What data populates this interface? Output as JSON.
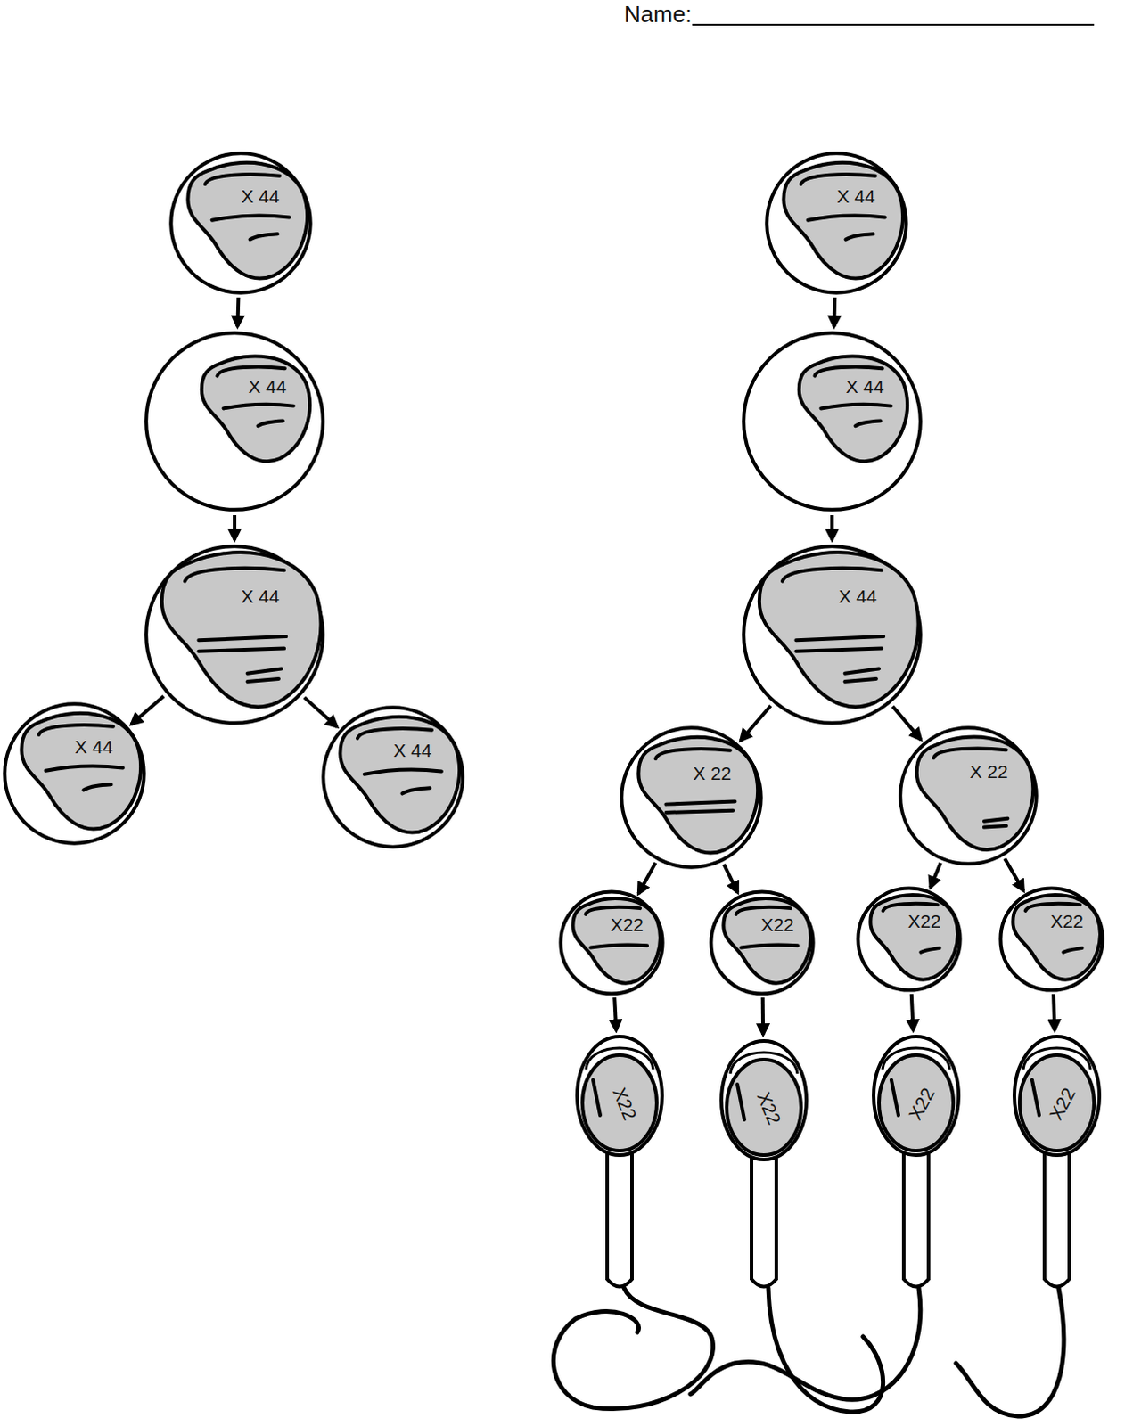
{
  "diagram": {
    "nodes": [
      {
        "text": [
          "X 44"
        ]
      },
      {
        "text": [
          "X 44"
        ]
      },
      {
        "text": [
          "X 44"
        ]
      },
      {
        "text": [
          "X 44"
        ]
      },
      {
        "text": [
          "X 44"
        ]
      },
      {
        "text": [
          "X 44"
        ]
      },
      {
        "text": [
          "X 44"
        ]
      },
      {
        "text": [
          "X 44"
        ]
      },
      {
        "text": [
          "X 22"
        ]
      },
      {
        "text": [
          "X 22"
        ]
      },
      {
        "text": [
          "X22"
        ]
      },
      {
        "text": [
          "X22"
        ]
      },
      {
        "text": [
          "X22"
        ]
      },
      {
        "text": [
          "X22"
        ]
      },
      {
        "text": [
          "X22"
        ]
      },
      {
        "text": [
          "X22"
        ]
      },
      {
        "text": [
          "X22"
        ]
      },
      {
        "text": [
          "X22"
        ]
      }
    ],
    "edges": [
      {
        "from": 0,
        "to": 1,
        "arrow": "to"
      },
      {
        "from": 1,
        "to": 2,
        "arrow": "to"
      },
      {
        "from": 2,
        "to": 3,
        "arrow": "to"
      },
      {
        "from": 2,
        "to": 4,
        "arrow": "to"
      },
      {
        "from": 5,
        "to": 6,
        "arrow": "to"
      },
      {
        "from": 6,
        "to": 7,
        "arrow": "to"
      },
      {
        "from": 7,
        "to": 8,
        "arrow": "to"
      },
      {
        "from": 7,
        "to": 9,
        "arrow": "to"
      },
      {
        "from": 8,
        "to": 10,
        "arrow": "to"
      },
      {
        "from": 8,
        "to": 11,
        "arrow": "to"
      },
      {
        "from": 9,
        "to": 12,
        "arrow": "to"
      },
      {
        "from": 9,
        "to": 13,
        "arrow": "to"
      },
      {
        "from": 10,
        "to": 14,
        "arrow": "to"
      },
      {
        "from": 11,
        "to": 15,
        "arrow": "to"
      },
      {
        "from": 12,
        "to": 16,
        "arrow": "to"
      },
      {
        "from": 13,
        "to": 17,
        "arrow": "to"
      }
    ],
    "labels": [
      "Name:"
    ]
  }
}
